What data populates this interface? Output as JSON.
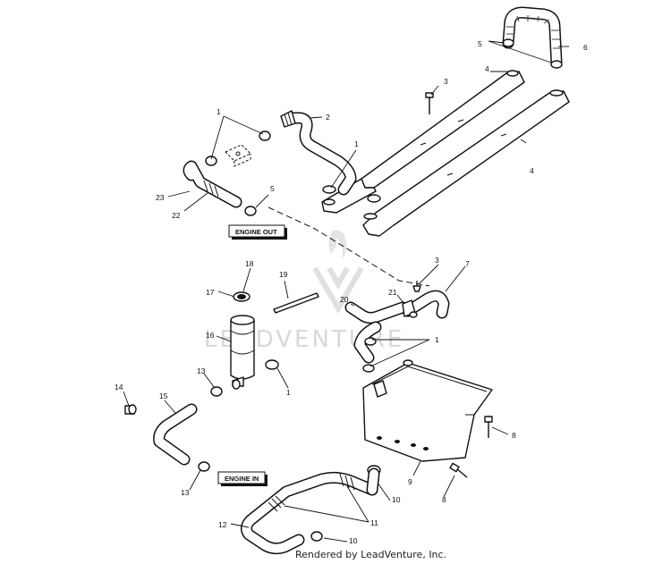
{
  "watermark": "LEADVENTURE",
  "footer": "Rendered by LeadVenture, Inc.",
  "flow_labels": {
    "engine_out": "ENGINE OUT",
    "engine_in": "ENGINE IN"
  },
  "callouts": {
    "c1_top": "1",
    "c2": "2",
    "c3_top": "3",
    "c4_top": "4",
    "c4_right": "4",
    "c5_top": "5",
    "c6": "6",
    "c1_mid": "1",
    "c5_mid": "5",
    "c23": "23",
    "c22": "22",
    "c18": "18",
    "c17": "17",
    "c19": "19",
    "c3_mid": "3",
    "c7": "7",
    "c21": "21",
    "c20": "20",
    "c1_right": "1",
    "c16": "16",
    "c13_top": "13",
    "c1_res": "1",
    "c14": "14",
    "c15": "15",
    "c8_top": "8",
    "c9": "9",
    "c8_bottom": "8",
    "c13_bottom": "13",
    "c10_top": "10",
    "c11": "11",
    "c12": "12",
    "c10_bottom": "10"
  }
}
